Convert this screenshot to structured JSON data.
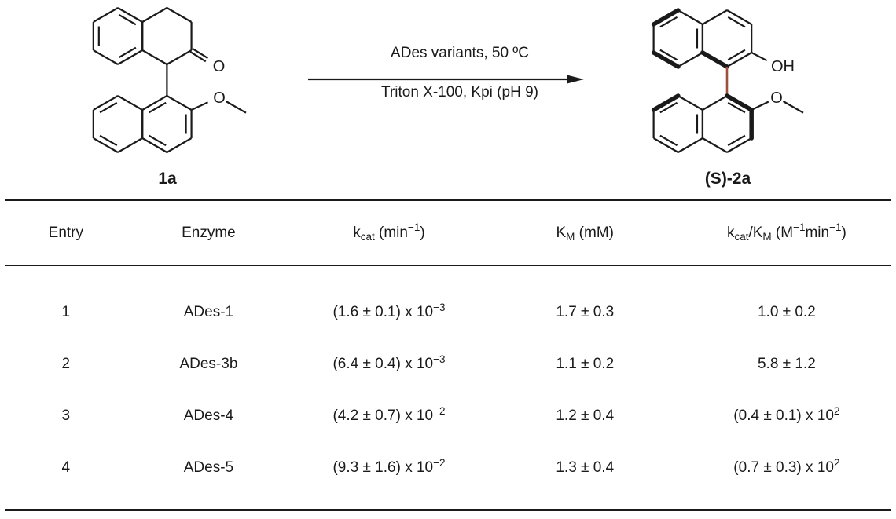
{
  "scheme": {
    "substrate_label": "1a",
    "product_label_html": "(S)-2a",
    "conditions_top": "ADes variants, 50 ºC",
    "conditions_bottom": "Triton X-100, Kpi (pH 9)",
    "atom_labels": {
      "carbonyl_o": "O",
      "methoxy_o_substrate": "O",
      "hydroxyl": "OH",
      "methoxy_o_product": "O"
    },
    "axial_bond_color": "#a04f3c",
    "bond_color": "#1a1a1a"
  },
  "table": {
    "headers_html": [
      "Entry",
      "Enzyme",
      "k<sub>cat</sub> (min<sup>−1</sup>)",
      "K<sub>M</sub> (mM)",
      "k<sub>cat</sub>/K<sub>M</sub> (M<sup>−1</sup>min<sup>−1</sup>)"
    ],
    "rows_html": [
      [
        "1",
        "ADes-1",
        "(1.6 ± 0.1) x 10<sup>−3</sup>",
        "1.7 ± 0.3",
        "1.0 ± 0.2"
      ],
      [
        "2",
        "ADes-3b",
        "(6.4 ± 0.4) x 10<sup>−3</sup>",
        "1.1 ± 0.2",
        "5.8 ± 1.2"
      ],
      [
        "3",
        "ADes-4",
        "(4.2 ± 0.7) x 10<sup>−2</sup>",
        "1.2 ± 0.4",
        "(0.4 ± 0.1) x 10<sup>2</sup>"
      ],
      [
        "4",
        "ADes-5",
        "(9.3 ± 1.6) x 10<sup>−2</sup>",
        "1.3 ± 0.4",
        "(0.7 ± 0.3) x 10<sup>2</sup>"
      ]
    ]
  },
  "chart_data": {
    "type": "table",
    "columns": [
      "Entry",
      "Enzyme",
      "kcat (min−1)",
      "KM (mM)",
      "kcat/KM (M−1 min−1)"
    ],
    "rows": [
      [
        "1",
        "ADes-1",
        "(1.6 ± 0.1) x 10^−3",
        "1.7 ± 0.3",
        "1.0 ± 0.2"
      ],
      [
        "2",
        "ADes-3b",
        "(6.4 ± 0.4) x 10^−3",
        "1.1 ± 0.2",
        "5.8 ± 1.2"
      ],
      [
        "3",
        "ADes-4",
        "(4.2 ± 0.7) x 10^−2",
        "1.2 ± 0.4",
        "(0.4 ± 0.1) x 10^2"
      ],
      [
        "4",
        "ADes-5",
        "(9.3 ± 1.6) x 10^−2",
        "1.3 ± 0.4",
        "(0.7 ± 0.3) x 10^2"
      ]
    ]
  }
}
